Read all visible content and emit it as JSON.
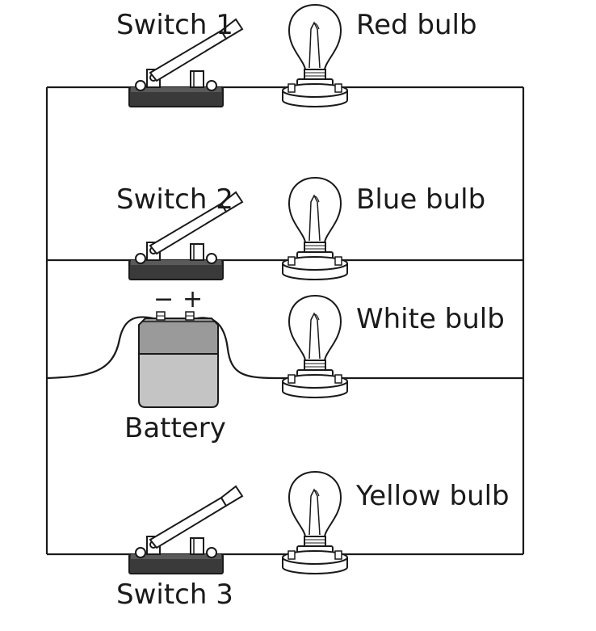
{
  "labels": {
    "switch1": "Switch 1",
    "switch2": "Switch 2",
    "switch3": "Switch 3",
    "red_bulb": "Red bulb",
    "blue_bulb": "Blue bulb",
    "white_bulb": "White bulb",
    "yellow_bulb": "Yellow bulb",
    "battery": "Battery",
    "minus": "−",
    "plus": "+"
  },
  "icons": {
    "switch": "knife-switch-icon",
    "bulb": "light-bulb-icon",
    "battery": "battery-icon"
  },
  "colors": {
    "wire": "#1a1a1a",
    "switch_base": "#3a3a3a",
    "battery_body": "#c4c4c4",
    "battery_band": "#9a9a9a",
    "background": "#ffffff"
  }
}
